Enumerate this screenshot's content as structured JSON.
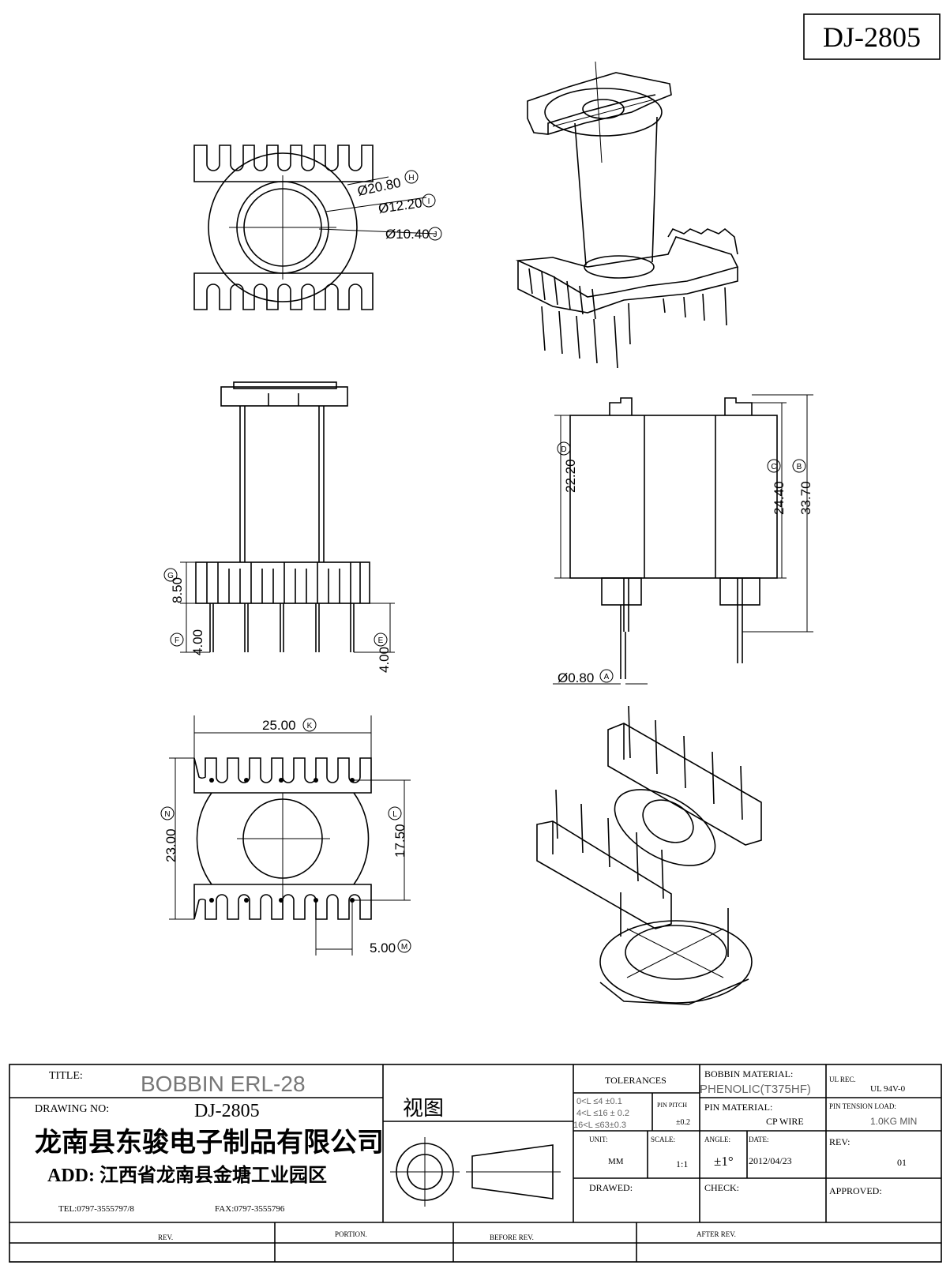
{
  "header": {
    "drawing_id": "DJ-2805"
  },
  "dimensions": {
    "d_h": "Ø20.80",
    "d_i": "Ø12.20",
    "d_j": "Ø10.40",
    "d_a": "Ø0.80",
    "v_d": "22.20",
    "v_c": "24.40",
    "v_b": "33.70",
    "v_g": "8.50",
    "v_f": "4.00",
    "v_e": "4.00",
    "h_k": "25.00",
    "v_n": "23.00",
    "v_l": "17.50",
    "h_m": "5.00"
  },
  "markers": {
    "h": "H",
    "i": "I",
    "j": "J",
    "a": "A",
    "b": "B",
    "c": "C",
    "d": "D",
    "e": "E",
    "f": "F",
    "g": "G",
    "k": "K",
    "l": "L",
    "m": "M",
    "n": "N"
  },
  "title_block": {
    "title_label": "TITLE:",
    "title_value": "BOBBIN  ERL-28",
    "drawing_no_label": "DRAWING NO:",
    "drawing_no_value": "DJ-2805",
    "company": "龙南县东骏电子制品有限公司",
    "address": "ADD: 江西省龙南县金塘工业园区",
    "tel": "TEL:0797-3555797/8",
    "fax": "FAX:0797-3555796",
    "view_label": "视图",
    "tolerances_label": "TOLERANCES",
    "tol_1": "0<L ≤4  ±0.1",
    "tol_2": "4<L ≤16 ± 0.2",
    "tol_3": "16<L ≤63±0.3",
    "pin_pitch_label": "PIN PITCH",
    "pin_pitch_value": "±0.2",
    "bobbin_material_label": "BOBBIN MATERIAL:",
    "bobbin_material_value": "PHENOLIC(T375HF)",
    "pin_material_label": "PIN MATERIAL:",
    "pin_material_value": "CP WIRE",
    "ul_rec_label": "UL REC.",
    "ul_rec_value": "UL  94V-0",
    "pin_tension_label": "PIN TENSION LOAD:",
    "pin_tension_value": "1.0KG MIN",
    "unit_label": "UNIT:",
    "unit_value": "MM",
    "scale_label": "SCALE:",
    "scale_value": "1:1",
    "angle_label": "ANGLE:",
    "angle_value": "±1°",
    "date_label": "DATE:",
    "date_value": "2012/04/23",
    "rev_label": "REV:",
    "rev_value": "01",
    "drawed_label": "DRAWED:",
    "check_label": "CHECK:",
    "approved_label": "APPROVED:"
  },
  "revision_row": {
    "rev": "REV.",
    "portion": "PORTION.",
    "before_rev": "BEFORE REV.",
    "after_rev": "AFTER REV."
  }
}
